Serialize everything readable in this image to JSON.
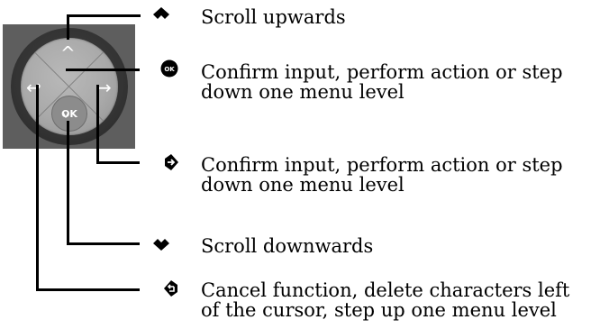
{
  "keypad": {
    "ok_label": "OK",
    "up_glyph": "^",
    "down_glyph": "˅",
    "right_glyph": "→",
    "back_glyph": "↩"
  },
  "legend": [
    {
      "icon": "nav-up-icon",
      "lines": [
        "Scroll upwards"
      ]
    },
    {
      "icon": "ok-icon",
      "icon_text": "OK",
      "lines": [
        "Confirm input, perform action or step",
        "down one menu level"
      ]
    },
    {
      "icon": "nav-right-icon",
      "lines": [
        "Confirm input, perform action or step",
        "down one menu level"
      ]
    },
    {
      "icon": "nav-down-icon",
      "lines": [
        "Scroll downwards"
      ]
    },
    {
      "icon": "nav-back-icon",
      "lines": [
        "Cancel function, delete characters left",
        "of the cursor, step up one menu level"
      ]
    }
  ],
  "colors": {
    "line": "#000000",
    "icon": "#000000",
    "keypad_bg": "#5e5e5e",
    "disc": "#a9a9a9"
  }
}
